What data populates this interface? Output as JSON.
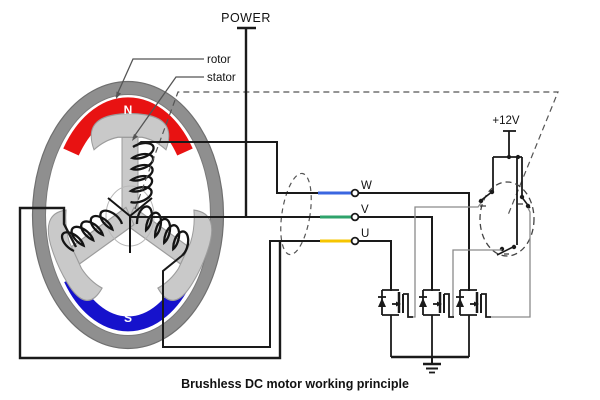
{
  "caption": "Brushless DC motor working principle",
  "labels": {
    "power": "POWER",
    "rotor": "rotor",
    "stator": "stator",
    "north": "N",
    "south": "S",
    "phase_w": "W",
    "phase_v": "V",
    "phase_u": "U",
    "supply": "+12V"
  },
  "colors": {
    "north_magnet": "#e81212",
    "south_magnet": "#1612cc",
    "phase_w_wire": "#3a66e0",
    "phase_v_wire": "#2fa36b",
    "phase_u_wire": "#f6c500",
    "line": "#1a1a1a",
    "leader": "#555555",
    "signal": "#8a8a8a",
    "stator_ring": "#8f8f8f",
    "armature": "#c9c9c9"
  }
}
